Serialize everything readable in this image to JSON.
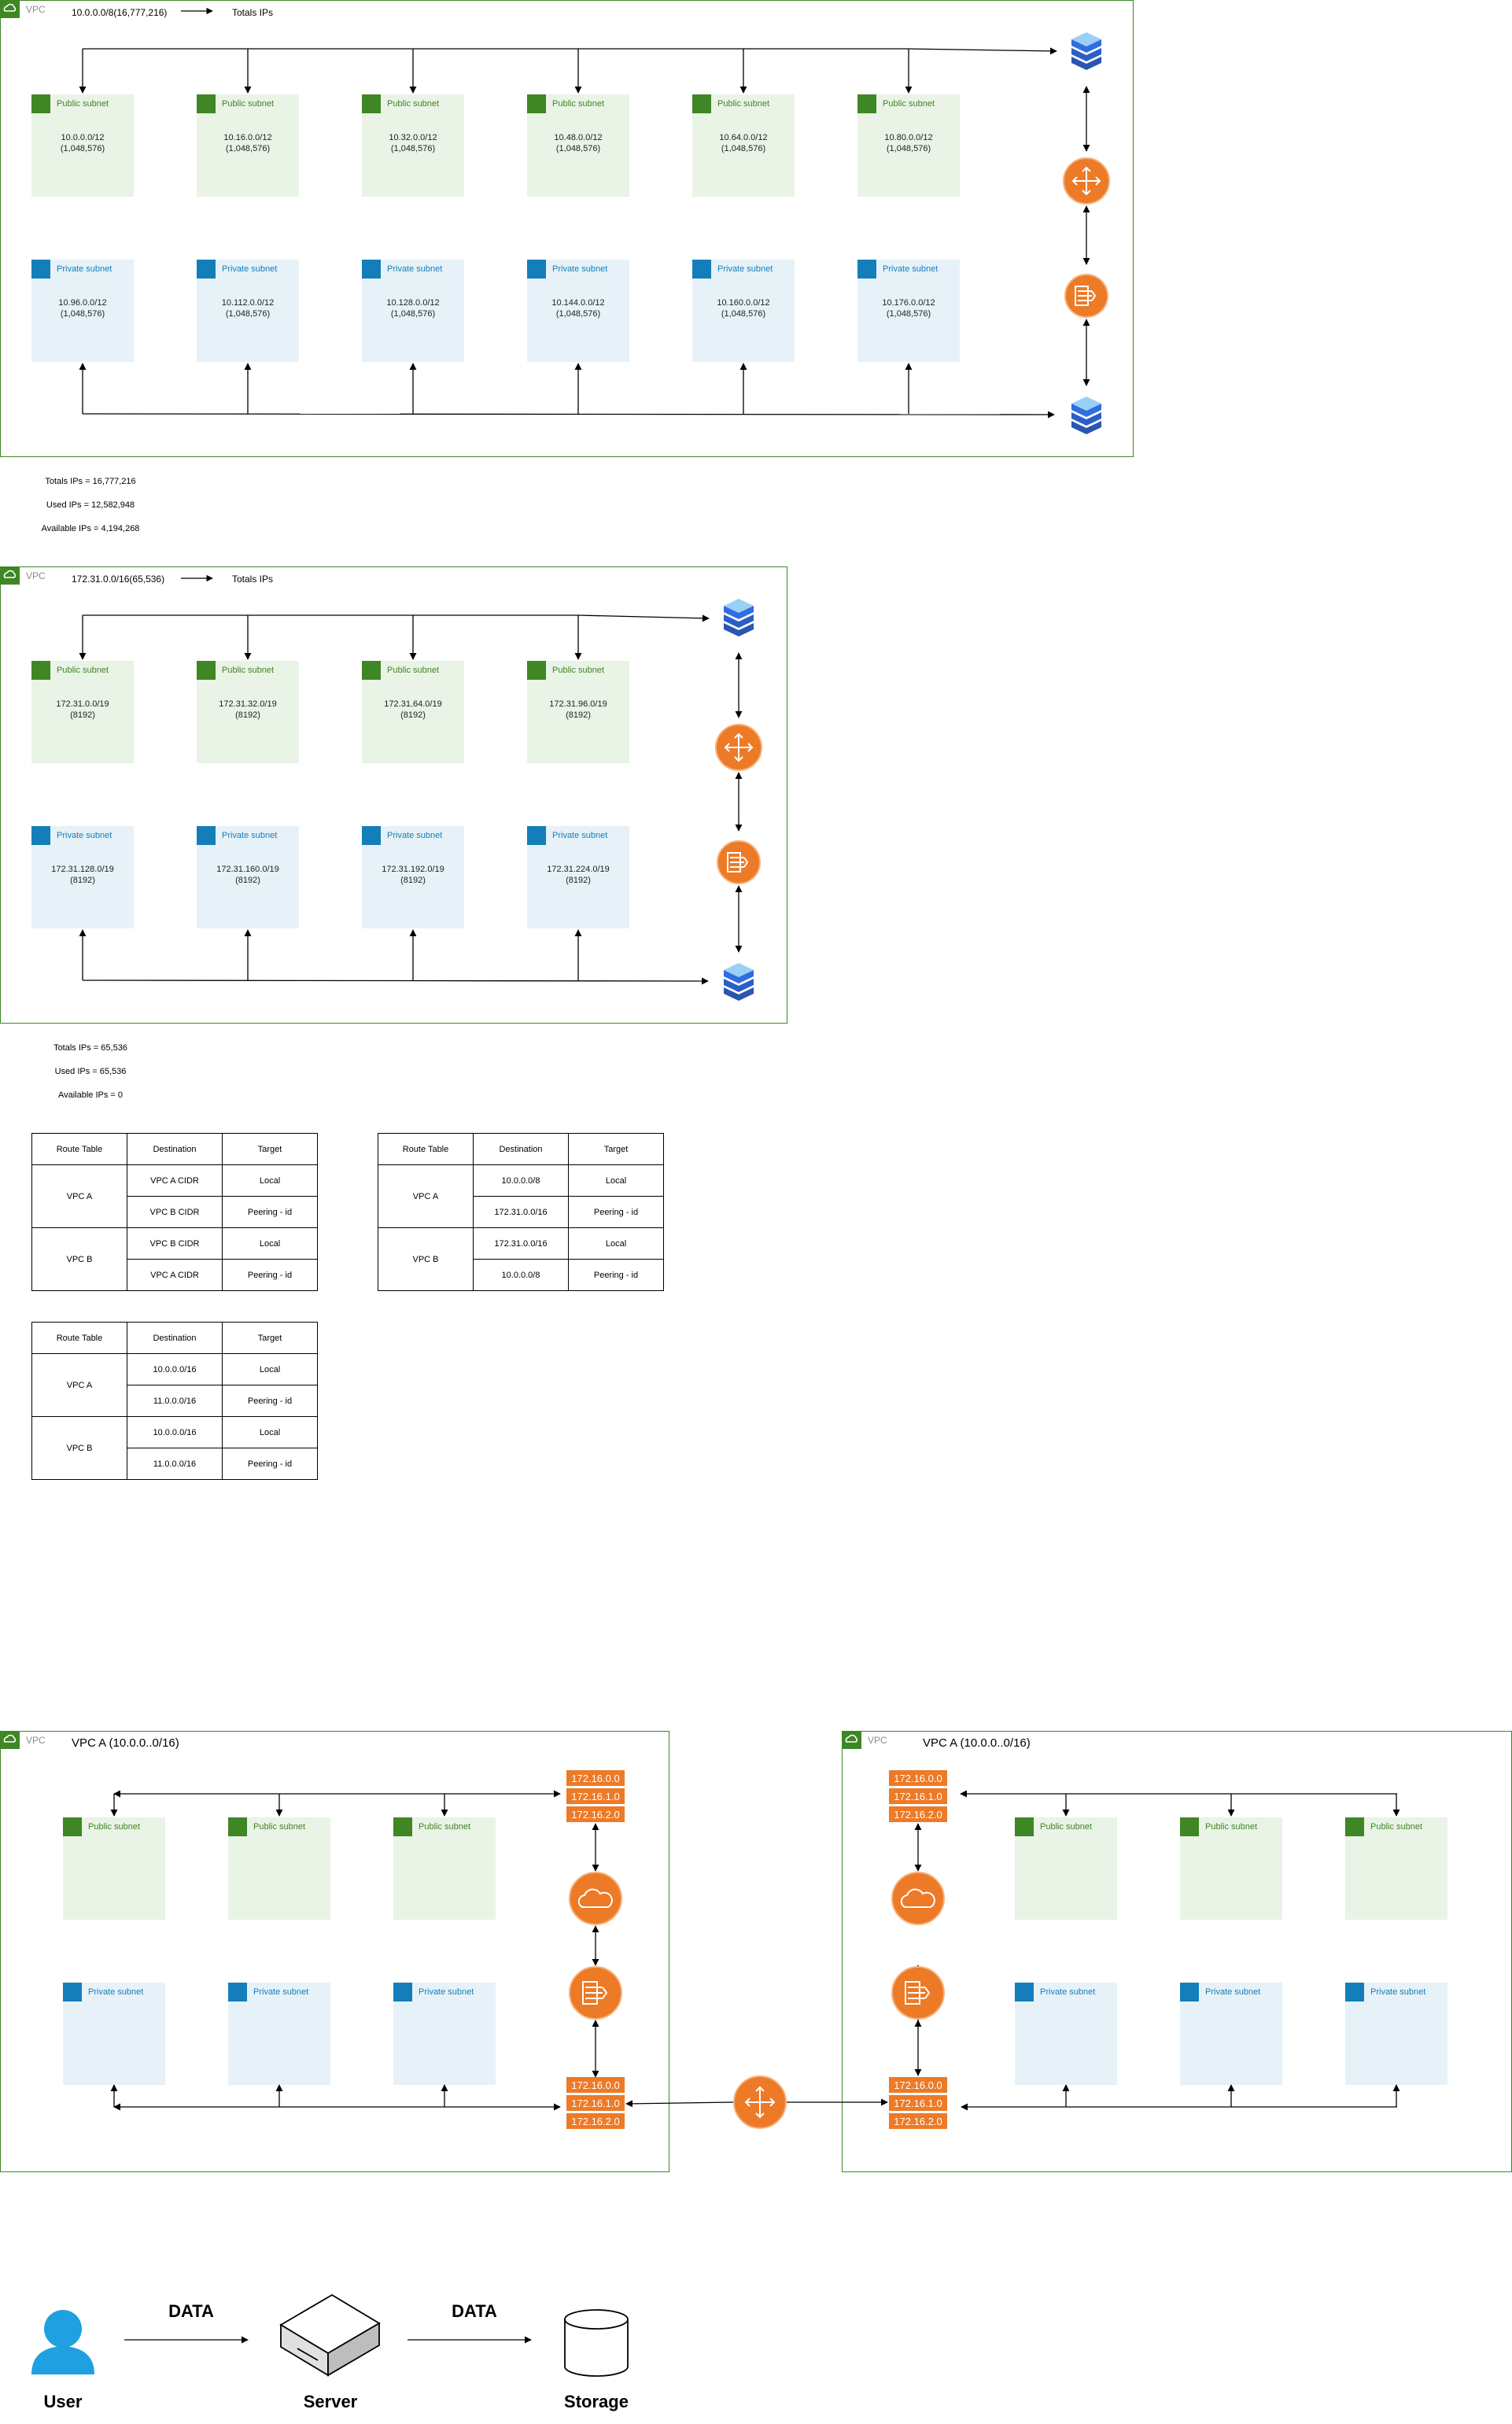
{
  "vpc_label": "VPC",
  "subnet_public_label": "Public subnet",
  "subnet_private_label": "Private subnet",
  "diagram1": {
    "cidr": "10.0.0.0/8(16,777,216)",
    "arrow_label": "Totals IPs",
    "public_subnets": [
      {
        "cidr": "10.0.0.0/12",
        "size": "(1,048,576)"
      },
      {
        "cidr": "10.16.0.0/12",
        "size": "(1,048,576)"
      },
      {
        "cidr": "10.32.0.0/12",
        "size": "(1,048,576)"
      },
      {
        "cidr": "10.48.0.0/12",
        "size": "(1,048,576)"
      },
      {
        "cidr": "10.64.0.0/12",
        "size": "(1,048,576)"
      },
      {
        "cidr": "10.80.0.0/12",
        "size": "(1,048,576)"
      }
    ],
    "private_subnets": [
      {
        "cidr": "10.96.0.0/12",
        "size": "(1,048,576)"
      },
      {
        "cidr": "10.112.0.0/12",
        "size": "(1,048,576)"
      },
      {
        "cidr": "10.128.0.0/12",
        "size": "(1,048,576)"
      },
      {
        "cidr": "10.144.0.0/12",
        "size": "(1,048,576)"
      },
      {
        "cidr": "10.160.0.0/12",
        "size": "(1,048,576)"
      },
      {
        "cidr": "10.176.0.0/12",
        "size": "(1,048,576)"
      }
    ],
    "totals": [
      "Totals IPs = 16,777,216",
      "Used IPs = 12,582,948",
      "Available IPs = 4,194,268"
    ]
  },
  "diagram2": {
    "cidr": "172.31.0.0/16(65,536)",
    "arrow_label": "Totals IPs",
    "public_subnets": [
      {
        "cidr": "172.31.0.0/19",
        "size": "(8192)"
      },
      {
        "cidr": "172.31.32.0/19",
        "size": "(8192)"
      },
      {
        "cidr": "172.31.64.0/19",
        "size": "(8192)"
      },
      {
        "cidr": "172.31.96.0/19",
        "size": "(8192)"
      }
    ],
    "private_subnets": [
      {
        "cidr": "172.31.128.0/19",
        "size": "(8192)"
      },
      {
        "cidr": "172.31.160.0/19",
        "size": "(8192)"
      },
      {
        "cidr": "172.31.192.0/19",
        "size": "(8192)"
      },
      {
        "cidr": "172.31.224.0/19",
        "size": "(8192)"
      }
    ],
    "totals": [
      "Totals IPs = 65,536",
      "Used IPs = 65,536",
      "Available IPs = 0"
    ]
  },
  "route_tables": [
    {
      "headers": [
        "Route Table",
        "Destination",
        "Target"
      ],
      "groups": [
        {
          "name": "VPC A",
          "rows": [
            [
              "VPC A CIDR",
              "Local"
            ],
            [
              "VPC B CIDR",
              "Peering - id"
            ]
          ]
        },
        {
          "name": "VPC B",
          "rows": [
            [
              "VPC B CIDR",
              "Local"
            ],
            [
              "VPC A CIDR",
              "Peering - id"
            ]
          ]
        }
      ]
    },
    {
      "headers": [
        "Route Table",
        "Destination",
        "Target"
      ],
      "groups": [
        {
          "name": "VPC A",
          "rows": [
            [
              "10.0.0.0/8",
              "Local"
            ],
            [
              "172.31.0.0/16",
              "Peering - id"
            ]
          ]
        },
        {
          "name": "VPC B",
          "rows": [
            [
              "172.31.0.0/16",
              "Local"
            ],
            [
              "10.0.0.0/8",
              "Peering - id"
            ]
          ]
        }
      ]
    },
    {
      "headers": [
        "Route Table",
        "Destination",
        "Target"
      ],
      "groups": [
        {
          "name": "VPC A",
          "rows": [
            [
              "10.0.0.0/16",
              "Local"
            ],
            [
              "11.0.0.0/16",
              "Peering - id"
            ]
          ]
        },
        {
          "name": "VPC B",
          "rows": [
            [
              "10.0.0.0/16",
              "Local"
            ],
            [
              "11.0.0.0/16",
              "Peering - id"
            ]
          ]
        }
      ]
    }
  ],
  "diagram3": {
    "left_title": "VPC A (10.0.0..0/16)",
    "right_title": "VPC A (10.0.0..0/16)",
    "route_entries": [
      "172.16.0.0",
      "172.16.1.0",
      "172.16.2.0"
    ]
  },
  "flow": {
    "user": "User",
    "server": "Server",
    "storage": "Storage",
    "arrow1": "DATA",
    "arrow2": "DATA"
  },
  "colors": {
    "vpc_border": "#3f8624",
    "public": "#3f8624",
    "private": "#147eba",
    "orange": "#ed7a27",
    "user_blue": "#1fa0e0"
  }
}
